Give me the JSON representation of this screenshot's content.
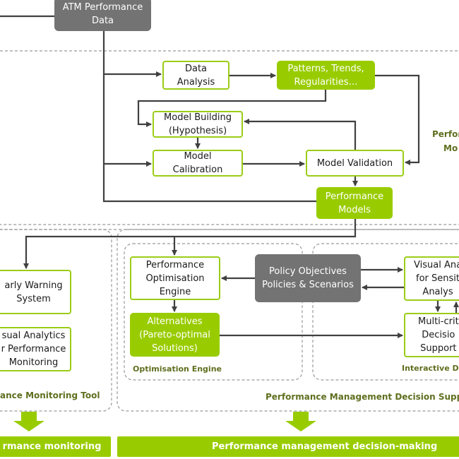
{
  "nodes": {
    "atm": "ATM Performance\nData",
    "data_analysis": "Data\nAnalysis",
    "patterns": "Patterns, Trends,\nRegularities…",
    "model_building": "Model Building\n(Hypothesis)",
    "model_calibration": "Model\nCalibration",
    "model_validation": "Model Validation",
    "performance_models": "Performance\nModels",
    "early_warning": "arly Warning\nSystem",
    "visual_monitoring": "sual Analytics\nr Performance\nMonitoring",
    "perf_opt_engine": "Performance\nOptimisation\nEngine",
    "alternatives": "Alternatives\n(Pareto-optimal\nSolutions)",
    "policy": "Policy Objectives\nPolicies & Scenarios",
    "visual_sensitivity": "Visual Ana\nfor Sensit\nAnalys",
    "multi_criteria": "Multi-crit\nDecisio\nSupport"
  },
  "labels": {
    "modelling_1": "Perfor",
    "modelling_2": "Mo",
    "monitoring_tool": "ance Monitoring Tool",
    "optimisation_engine": "Optimisation  Engine",
    "interactive": "Interactive Da",
    "decision_support": "Performance Management Decision Suppo"
  },
  "bars": {
    "monitoring": "rmance monitoring",
    "decision": "Performance management decision-making"
  },
  "colors": {
    "green": "#99cc00",
    "gray": "#737373",
    "label": "#5f6f1f",
    "line": "#404040"
  }
}
